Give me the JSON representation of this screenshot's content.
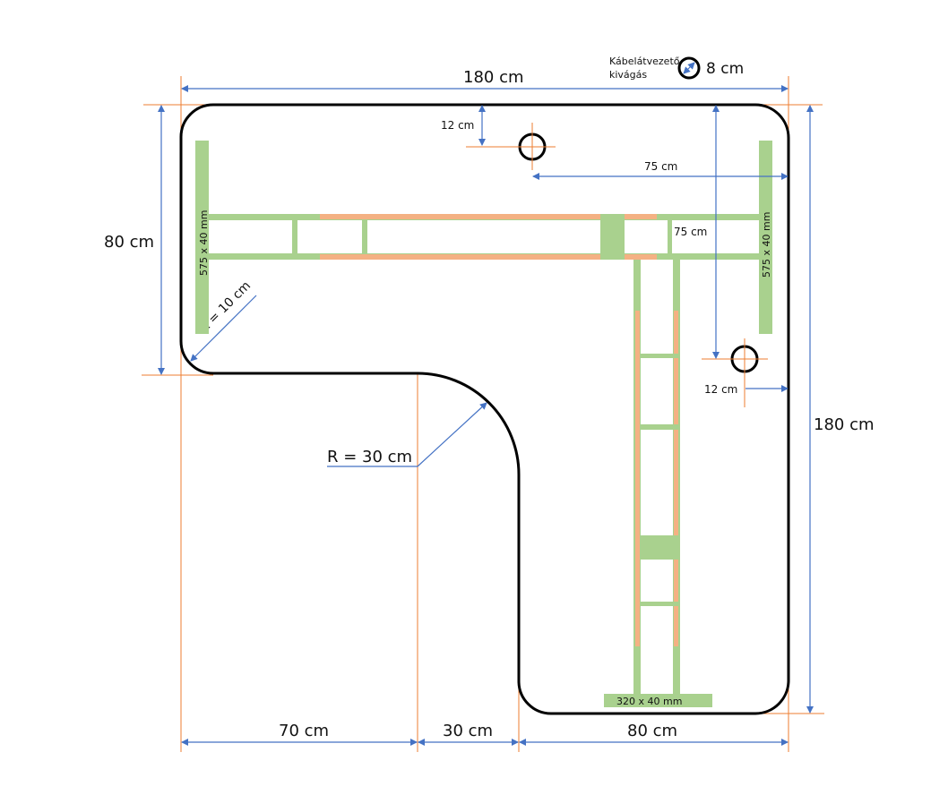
{
  "dimensions": {
    "total_width": "180 cm",
    "total_depth": "180 cm",
    "left_wing_depth": "80 cm",
    "bottom_left": "70 cm",
    "bottom_mid": "30 cm",
    "bottom_right": "80 cm",
    "hole1_from_top": "12 cm",
    "hole1_to_right": "75 cm",
    "hole2_from_top": "75 cm",
    "hole2_from_right": "12 cm",
    "inner_radius": "R = 30 cm",
    "corner_radius": "R = 10 cm"
  },
  "legend": {
    "cable_cutout_line1": "Kábelátvezető",
    "cable_cutout_line2": "kivágás",
    "cable_cutout_size": "8 cm"
  },
  "frame": {
    "left_leg": "575 x 40 mm",
    "right_leg": "575 x 40 mm",
    "bottom_foot": "320 x 40 mm"
  },
  "colors": {
    "outline": "#000000",
    "dimension": "#4472c4",
    "extension": "#ed7d31",
    "frame": "#a9d18e",
    "rail": "#f4b183"
  }
}
